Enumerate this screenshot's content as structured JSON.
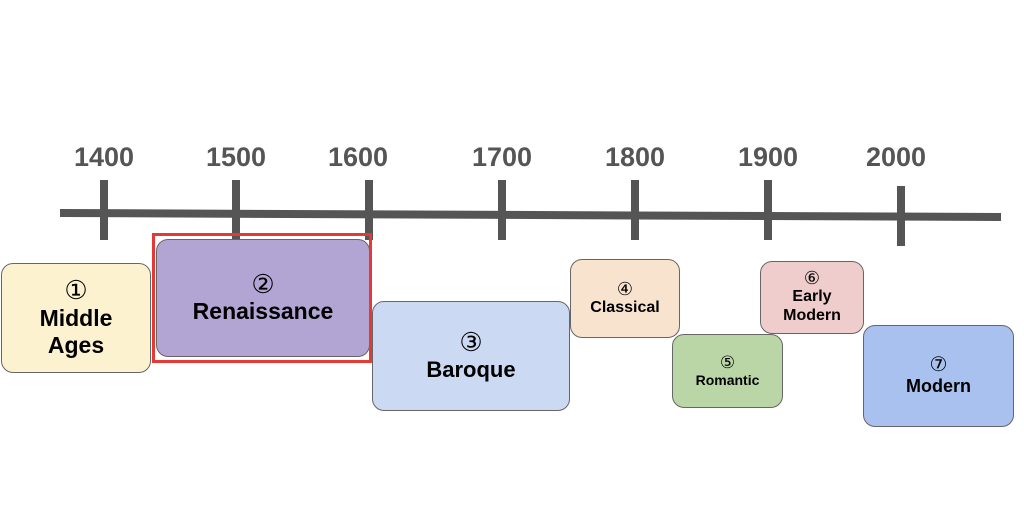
{
  "timeline": {
    "years": [
      "1400",
      "1500",
      "1600",
      "1700",
      "1800",
      "1900",
      "2000"
    ],
    "axis_color": "#555555"
  },
  "eras": [
    {
      "number": "①",
      "name": "Middle Ages",
      "fill": "#fdf2cf"
    },
    {
      "number": "②",
      "name": "Renaissance",
      "fill": "#b2a5d3"
    },
    {
      "number": "③",
      "name": "Baroque",
      "fill": "#cbd9f3"
    },
    {
      "number": "④",
      "name": "Classical",
      "fill": "#f8e3cf"
    },
    {
      "number": "⑤",
      "name": "Romantic",
      "fill": "#bad6a7"
    },
    {
      "number": "⑥",
      "name": "Early Modern",
      "fill": "#efcdcc"
    },
    {
      "number": "⑦",
      "name": "Modern",
      "fill": "#a8c1ee"
    }
  ],
  "highlight": {
    "target": "Renaissance",
    "color": "#e53935"
  }
}
